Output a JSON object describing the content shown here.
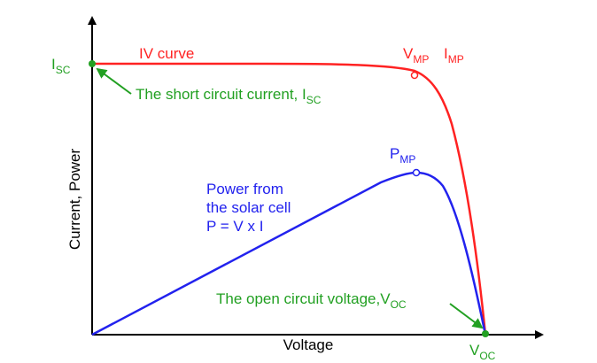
{
  "colors": {
    "axis": "#000000",
    "iv": "#ff2222",
    "power": "#2222ee",
    "annotation": "#22a022"
  },
  "labels": {
    "iv_curve": "IV curve",
    "vmp": "V",
    "vmp_sub": "MP",
    "imp": "I",
    "imp_sub": "MP",
    "pmp": "P",
    "pmp_sub": "MP",
    "power_line1": "Power from",
    "power_line2": "the solar cell",
    "power_line3": "P = V x I",
    "y_axis": "Current, Power",
    "x_axis": "Voltage",
    "isc": "I",
    "isc_sub": "SC",
    "isc_note": "The short circuit current, I",
    "isc_note_sub": "SC",
    "voc_note": "The open circuit voltage,V",
    "voc_note_sub": "OC",
    "voc": "V",
    "voc_sub": "OC"
  }
}
